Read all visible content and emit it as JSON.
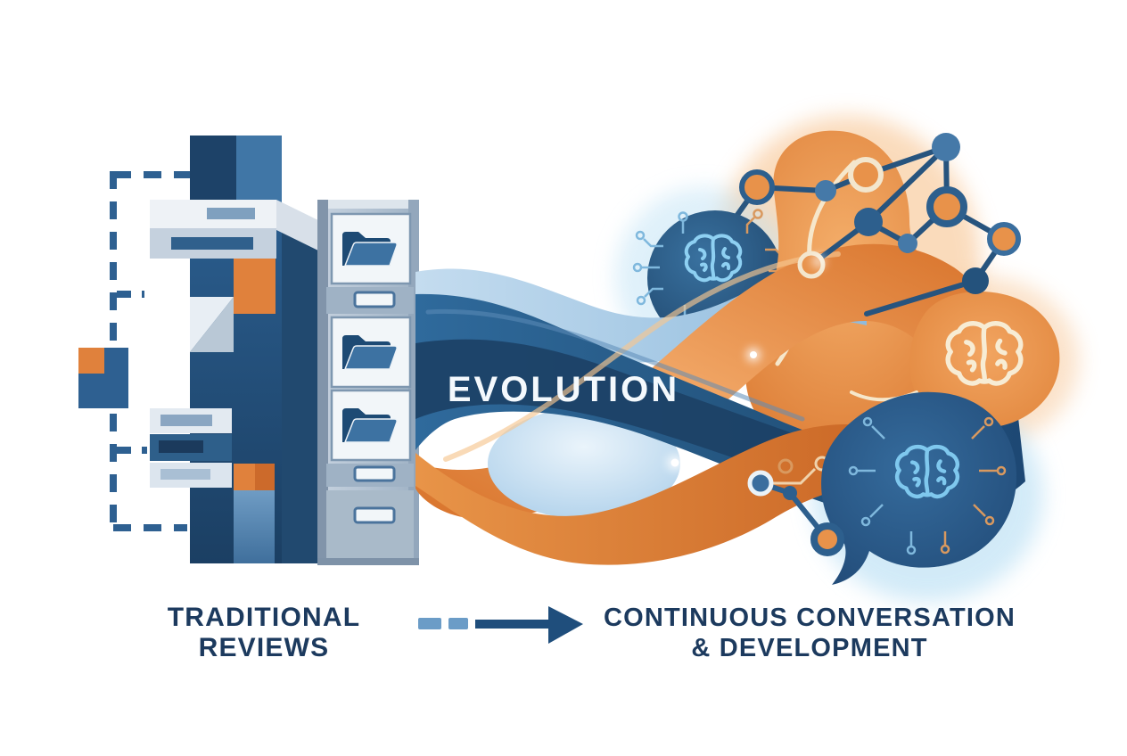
{
  "illustration": {
    "center_label": "EVOLUTION",
    "left_caption": {
      "line1": "TRADITIONAL",
      "line2": "REVIEWS"
    },
    "right_caption": {
      "line1": "CONTINUOUS CONVERSATION",
      "line2": "& DEVELOPMENT"
    }
  },
  "palette": {
    "navy_text": "#1c3a5e",
    "dark_blue": "#1c4166",
    "mid_blue": "#2e6091",
    "steel_blue": "#4579a8",
    "light_blue": "#7fb8dd",
    "pale_blue": "#aecfe6",
    "cabinet_gray": "#b7c5d4",
    "panel_white": "#f4f7fa",
    "orange": "#e0813c",
    "orange_deep": "#d06f28",
    "orange_light": "#f0a463",
    "cream": "#f6e7cb",
    "white": "#ffffff"
  },
  "icons": {
    "filing_cabinet": "archive cabinet with folder drawers",
    "folder": "open blue folder",
    "dashed_flow_tree": "dashed flowchart bracket",
    "evolution_wave": "interweaving blue and orange ribbons",
    "circuit_brain": "brain outline on circuit board disc",
    "speech_bubble_brain": "speech bubble containing circuit brain",
    "neural_network": "connected graph nodes",
    "transition_arrow": "dashed-to-solid right arrow"
  }
}
